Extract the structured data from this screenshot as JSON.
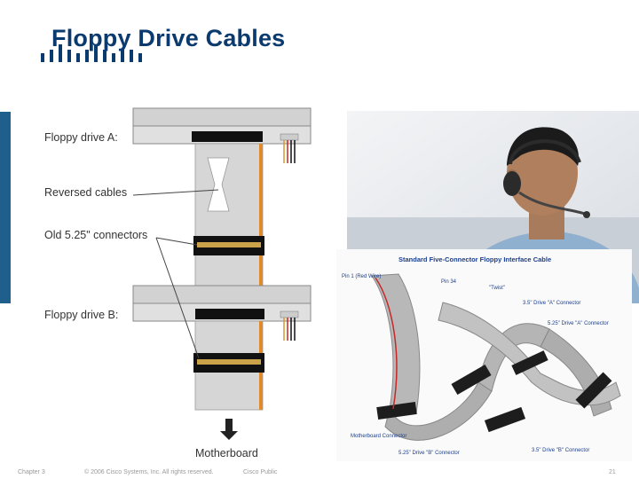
{
  "slide": {
    "title": "Floppy Drive Cables",
    "brand_icon": "cisco-bars-logo",
    "accent_color": "#1f5f8b"
  },
  "diagram": {
    "labels": {
      "drive_a": "Floppy drive A:",
      "reversed": "Reversed cables",
      "old_connectors": "Old 5.25\" connectors",
      "drive_b": "Floppy drive B:",
      "motherboard": "Motherboard"
    }
  },
  "photo": {
    "subject": "headset-agent-photo"
  },
  "cable_photo": {
    "title": "Standard Five-Connector Floppy Interface Cable",
    "labels": {
      "pin1": "Pin 1 (Red Wire)",
      "pin34": "Pin 34",
      "twist": "\"Twist\"",
      "a35": "3.5\" Drive \"A\" Connector",
      "a525": "5.25\" Drive \"A\" Connector",
      "mb": "Motherboard Connector",
      "b525": "5.25\" Drive \"B\" Connector",
      "b35": "3.5\" Drive \"B\" Connector"
    }
  },
  "footer": {
    "chapter": "Chapter 3",
    "copyright": "© 2006 Cisco Systems, Inc. All rights reserved.",
    "classification": "Cisco Public",
    "page": "21"
  }
}
